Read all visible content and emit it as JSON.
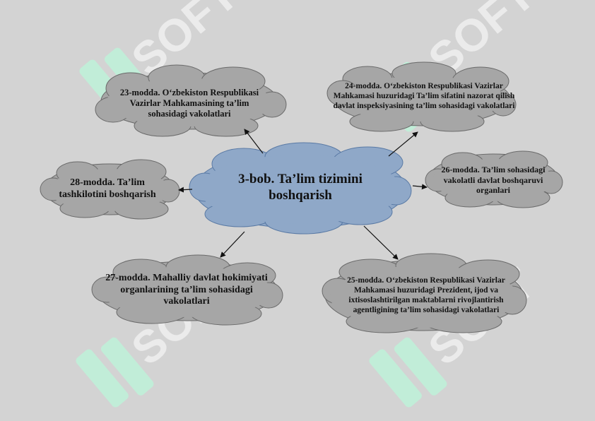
{
  "center": {
    "title": "3-bob. Ta’lim tizimini boshqarish"
  },
  "nodes": [
    {
      "id": "n23",
      "text": "23-modda. O‘zbekiston Respublikasi Vazirlar Mahkamasining ta’lim sohasidagi vakolatlari"
    },
    {
      "id": "n24",
      "text": "24-modda. O‘zbekiston Respublikasi Vazirlar Mahkamasi huzuridagi Ta’lim sifatini nazorat qilish davlat inspeksiyasining ta’lim sohasidagi vakolatlari"
    },
    {
      "id": "n28",
      "text": "28-modda. Ta’lim tashkilotini boshqarish"
    },
    {
      "id": "n26",
      "text": "26-modda. Ta’lim sohasidagi vakolatli davlat boshqaruvi organlari"
    },
    {
      "id": "n27",
      "text": "27-modda. Mahalliy davlat hokimiyati organlarining ta’lim sohasidagi vakolatlari"
    },
    {
      "id": "n25",
      "text": "25-modda. O‘zbekiston Respublikasi Vazirlar Mahkamasi huzuridagi Prezident, ijod va ixtisoslashtirilgan maktablarni rivojlantirish agentligining ta’lim sohasidagi vakolatlari"
    }
  ],
  "watermark": {
    "text": "SOFT",
    "logo_color": "#bff0d8",
    "icon": "soft-logo-icon"
  },
  "colors": {
    "center_cloud": "#8fa8c8",
    "node_cloud": "#a6a6a6",
    "cloud_stroke": "#6a6a6a",
    "center_stroke": "#5a7aa5",
    "arrow": "#111111"
  }
}
